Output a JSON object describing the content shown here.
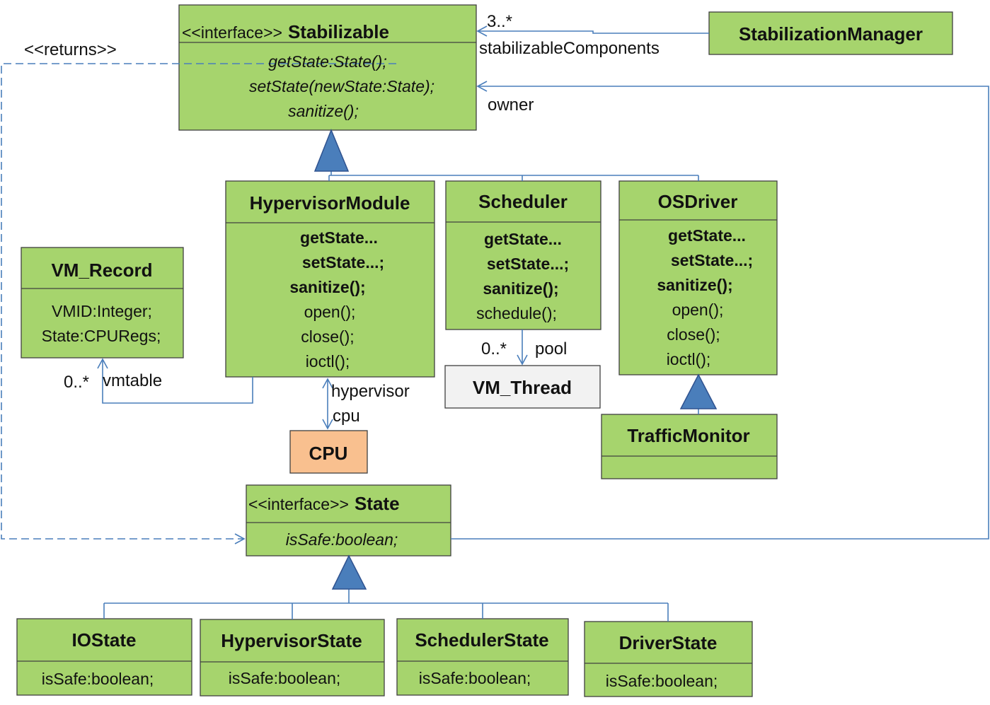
{
  "colors": {
    "class_fill": "#a6d46d",
    "cpu_fill": "#f9c08f",
    "thread_fill": "#f2f2f2",
    "connector": "#4a7ebb",
    "generalization_fill": "#4a7ebb"
  },
  "classes": {
    "stabilizable": {
      "stereotype": "<<interface>>",
      "name": "Stabilizable",
      "methods": [
        "getState:State();",
        "setState(newState:State);",
        "sanitize();"
      ]
    },
    "stabilization_manager": {
      "name": "StabilizationManager"
    },
    "hypervisor_module": {
      "name": "HypervisorModule",
      "members": [
        "getState...",
        "setState...;",
        "sanitize();",
        "open();",
        "close();",
        "ioctl();"
      ]
    },
    "scheduler": {
      "name": "Scheduler",
      "members": [
        "getState...",
        "setState...;",
        "sanitize();",
        "schedule();"
      ]
    },
    "os_driver": {
      "name": "OSDriver",
      "members": [
        "getState...",
        "setState...;",
        "sanitize();",
        "open();",
        "close();",
        "ioctl();"
      ]
    },
    "vm_record": {
      "name": "VM_Record",
      "attributes": [
        "VMID:Integer;",
        "State:CPURegs;"
      ]
    },
    "cpu": {
      "name": "CPU"
    },
    "vm_thread": {
      "name": "VM_Thread"
    },
    "traffic_monitor": {
      "name": "TrafficMonitor"
    },
    "state": {
      "stereotype": "<<interface>>",
      "name": "State",
      "attributes": [
        "isSafe:boolean;"
      ]
    },
    "io_state": {
      "name": "IOState",
      "attributes": [
        "isSafe:boolean;"
      ]
    },
    "hypervisor_state": {
      "name": "HypervisorState",
      "attributes": [
        "isSafe:boolean;"
      ]
    },
    "scheduler_state": {
      "name": "SchedulerState",
      "attributes": [
        "isSafe:boolean;"
      ]
    },
    "driver_state": {
      "name": "DriverState",
      "attributes": [
        "isSafe:boolean;"
      ]
    }
  },
  "relationships": {
    "stabilizable_components": {
      "multiplicity": "3..*",
      "role": "stabilizableComponents"
    },
    "owner": {
      "role": "owner"
    },
    "returns": {
      "stereotype": "<<returns>>"
    },
    "vmtable": {
      "multiplicity": "0..*",
      "role": "vmtable"
    },
    "hypervisor_cpu": {
      "role_hypervisor": "hypervisor",
      "role_cpu": "cpu"
    },
    "pool": {
      "multiplicity": "0..*",
      "role": "pool"
    }
  }
}
